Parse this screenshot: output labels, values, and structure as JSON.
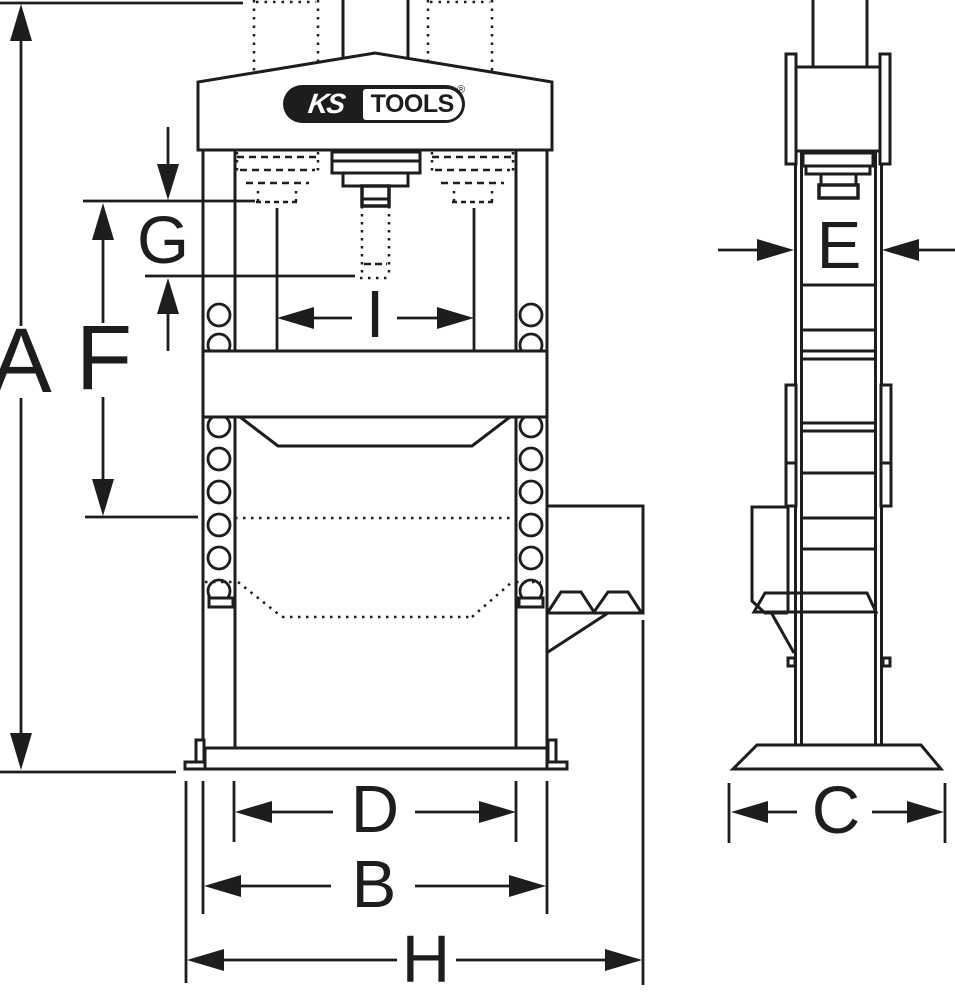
{
  "drawing": {
    "type": "technical-dimension-diagram",
    "subject": "hydraulic shop press, front and side view",
    "background_color": "#ffffff",
    "line_color": "#1d1d1b",
    "brand_logo": {
      "ks": "KS",
      "tools": "TOOLS",
      "registered_mark": "®"
    },
    "dimension_labels": {
      "A": "A",
      "B": "B",
      "C": "C",
      "D": "D",
      "E": "E",
      "F": "F",
      "G": "G",
      "H": "H",
      "I": "I"
    }
  }
}
